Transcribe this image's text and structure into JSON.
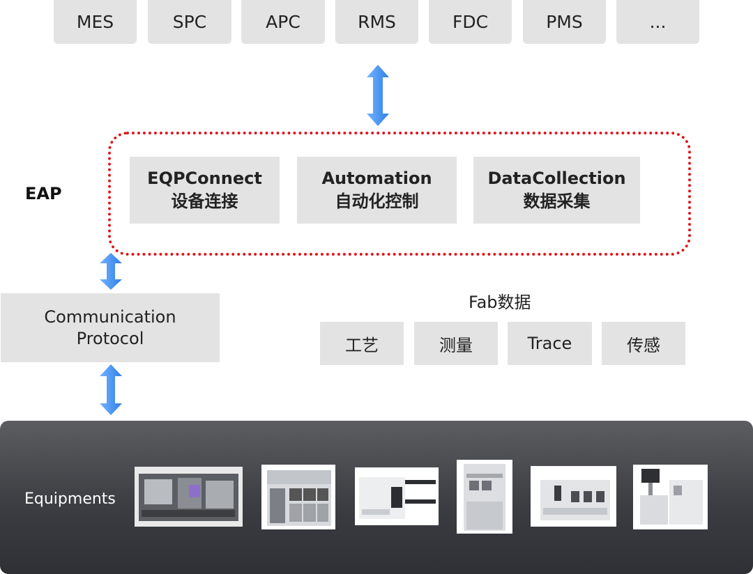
{
  "systems": [
    "MES",
    "SPC",
    "APC",
    "RMS",
    "FDC",
    "PMS",
    "..."
  ],
  "eap": {
    "label": "EAP",
    "modules": [
      {
        "title": "EQPConnect",
        "subtitle": "设备连接"
      },
      {
        "title": "Automation",
        "subtitle": "自动化控制"
      },
      {
        "title": "DataCollection",
        "subtitle": "数据采集"
      }
    ]
  },
  "communication": {
    "line1": "Communication",
    "line2": "Protocol"
  },
  "fab": {
    "title": "Fab数据",
    "items": [
      "工艺",
      "测量",
      "Trace",
      "传感"
    ]
  },
  "equipments": {
    "label": "Equipments"
  },
  "colors": {
    "arrow": "#3d8ef0",
    "eap_border": "#e0151c",
    "box_fill": "#e3e3e3",
    "panel": "#3c3d42"
  }
}
